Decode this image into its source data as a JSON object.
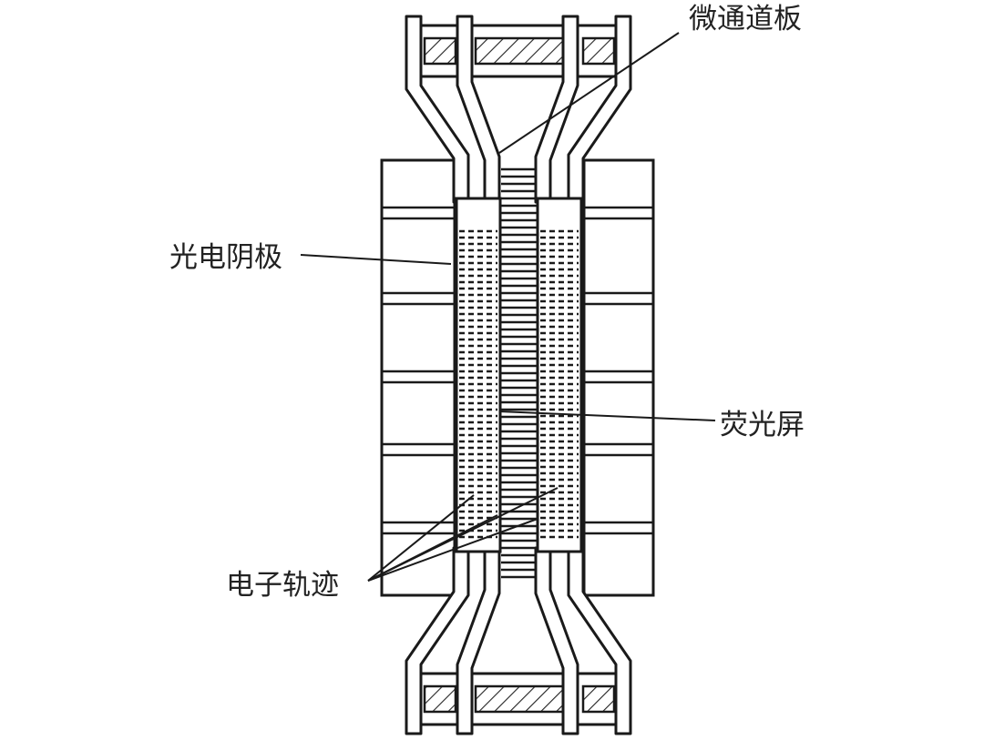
{
  "labels": {
    "microchannel_plate": "微通道板",
    "photocathode": "光电阴极",
    "phosphor_screen": "荧光屏",
    "electron_trajectory": "电子轨迹"
  },
  "colors": {
    "line": "#1a1a1a",
    "label_text": "#222222",
    "background": "#ffffff"
  }
}
